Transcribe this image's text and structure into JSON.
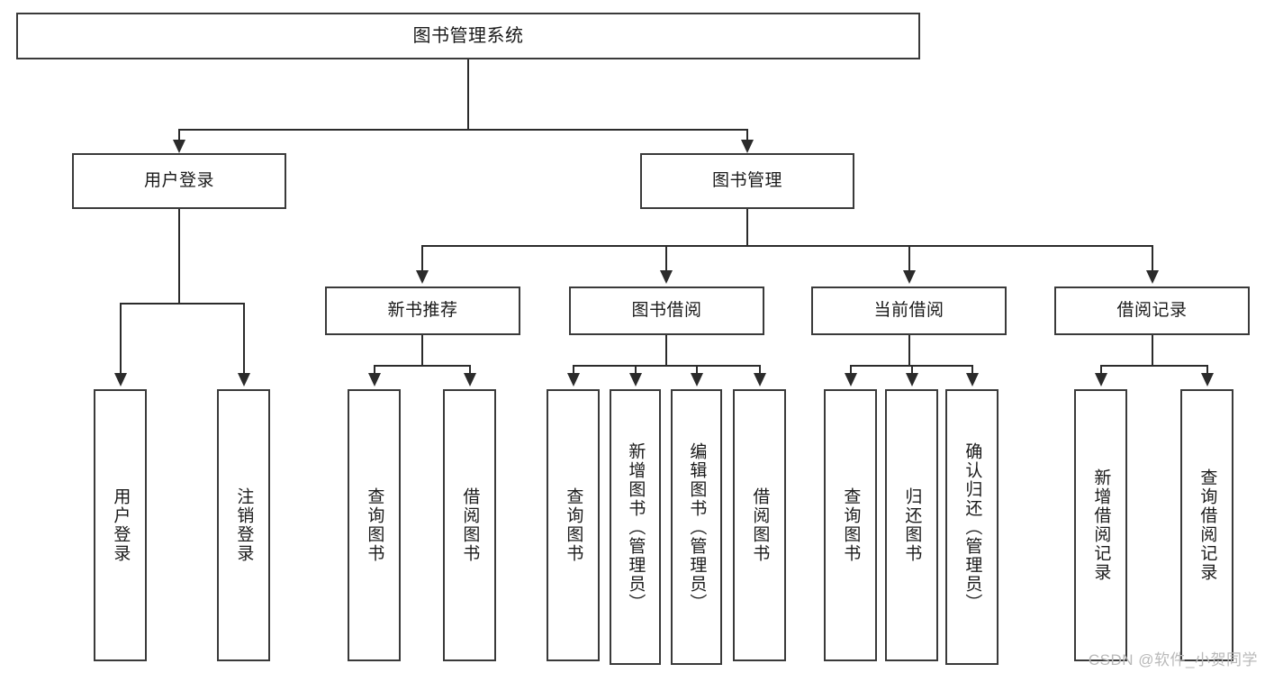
{
  "diagram": {
    "title": "图书管理系统",
    "watermark": "CSDN @软件_小贺同学",
    "root": {
      "label": "图书管理系统"
    },
    "level2": [
      {
        "id": "user-login",
        "label": "用户登录"
      },
      {
        "id": "book-manage",
        "label": "图书管理"
      }
    ],
    "level3": [
      {
        "id": "new-book-recommend",
        "label": "新书推荐"
      },
      {
        "id": "book-borrow",
        "label": "图书借阅"
      },
      {
        "id": "current-borrow",
        "label": "当前借阅"
      },
      {
        "id": "borrow-record",
        "label": "借阅记录"
      }
    ],
    "leaves": {
      "user_login": [
        {
          "id": "leaf-user-login",
          "label": "用户登录"
        },
        {
          "id": "leaf-logout-login",
          "label": "注销登录"
        }
      ],
      "new_book_recommend": [
        {
          "id": "leaf-query-book-1",
          "label": "查询图书"
        },
        {
          "id": "leaf-borrow-book-1",
          "label": "借阅图书"
        }
      ],
      "book_borrow": [
        {
          "id": "leaf-query-book-2",
          "label": "查询图书"
        },
        {
          "id": "leaf-add-book-admin",
          "label": "新增图书（管理员）"
        },
        {
          "id": "leaf-edit-book-admin",
          "label": "编辑图书（管理员）"
        },
        {
          "id": "leaf-borrow-book-2",
          "label": "借阅图书"
        }
      ],
      "current_borrow": [
        {
          "id": "leaf-query-book-3",
          "label": "查询图书"
        },
        {
          "id": "leaf-return-book",
          "label": "归还图书"
        },
        {
          "id": "leaf-confirm-return-admin",
          "label": "确认归还（管理员）"
        }
      ],
      "borrow_record": [
        {
          "id": "leaf-add-borrow-record",
          "label": "新增借阅记录"
        },
        {
          "id": "leaf-query-borrow-record",
          "label": "查询借阅记录"
        }
      ]
    },
    "colors": {
      "border": "#3a3a3a",
      "connector": "#2b2b2b",
      "text": "#1a1a1a",
      "background": "#ffffff",
      "watermark": "#b9b9b9"
    }
  }
}
